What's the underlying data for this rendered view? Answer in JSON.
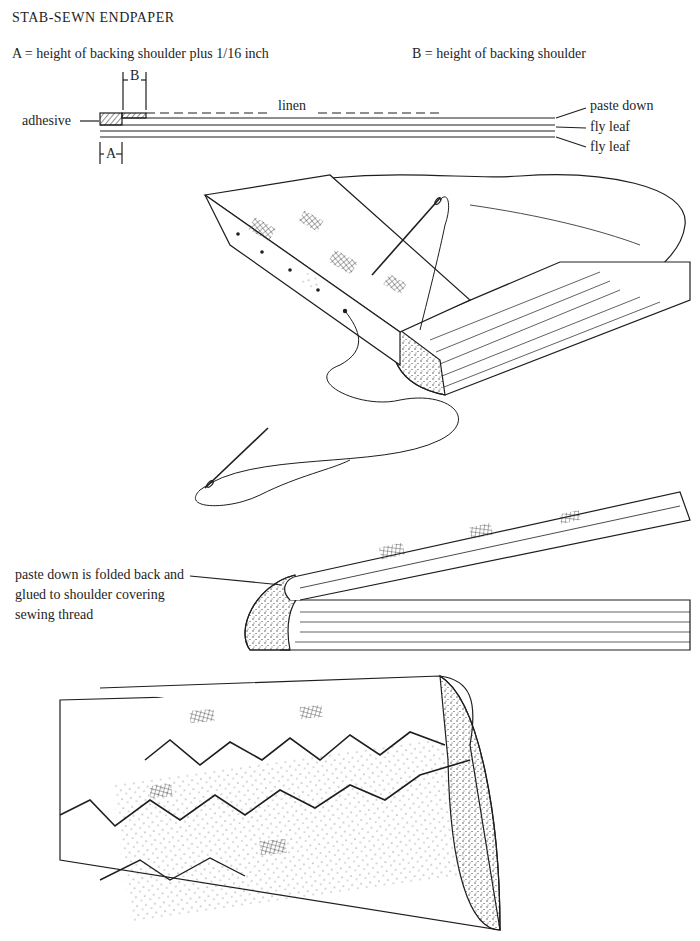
{
  "diagram": {
    "title": "STAB-SEWN ENDPAPER",
    "labels": [
      "A = height of backing shoulder plus 1/16 inch",
      "B = height of backing shoulder",
      "B",
      "adhesive",
      "linen",
      "paste down",
      "fly leaf",
      "fly leaf",
      "A",
      "paste down is folded back and glued to shoulder covering sewing thread"
    ]
  }
}
